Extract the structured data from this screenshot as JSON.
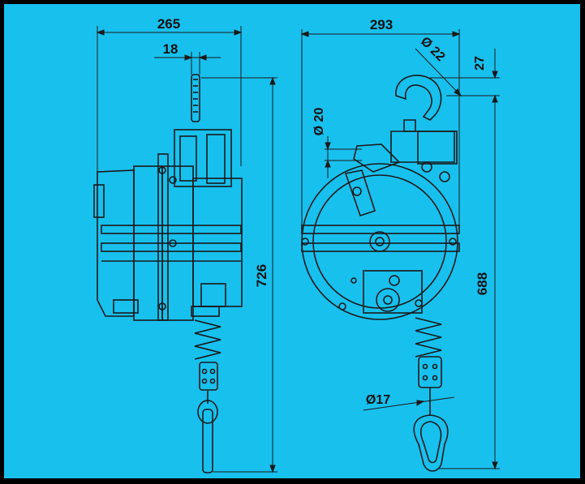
{
  "colors": {
    "background": "#18c0ee",
    "frame": "#000000",
    "line": "#1a1a1a"
  },
  "dimensions": {
    "side_width": "265",
    "side_offset": "18",
    "side_height": "726",
    "front_width": "293",
    "hook_diameter": "Ø 22",
    "hook_offset": "27",
    "eye_diameter": "Ø 20",
    "front_height": "688",
    "cable_diameter": "Ø17"
  }
}
